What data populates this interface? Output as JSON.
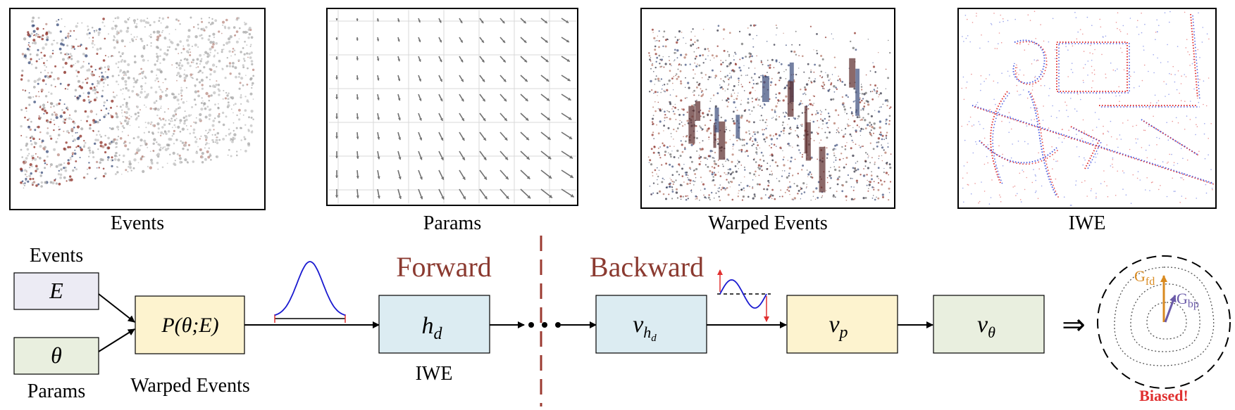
{
  "panels": {
    "events": "Events",
    "params": "Params",
    "warped": "Warped Events",
    "iwe": "IWE"
  },
  "inputs": {
    "events_label": "Events",
    "events_symbol": "E",
    "params_label": "Params",
    "params_symbol": "θ"
  },
  "nodes": {
    "warp_box": "P(θ;E)",
    "warp_caption": "Warped Events",
    "hd_main": "h",
    "hd_sub": "d",
    "hd_caption": "IWE",
    "vhd_main": "v",
    "vhd_sub": "h",
    "vhd_subsub": "d",
    "vp_main": "v",
    "vp_sub": "p",
    "vtheta_main": "v",
    "vtheta_sub": "θ"
  },
  "phases": {
    "forward": "Forward",
    "backward": "Backward"
  },
  "result": {
    "implies": "⇒",
    "gfd_main": "G",
    "gfd_sub": "fd",
    "gbp_main": "G",
    "gbp_sub": "bp",
    "biased": "Biased!"
  },
  "colors": {
    "forward": "#8b3a30",
    "divider": "#9b3a30",
    "events_box": "#ecebf4",
    "params_box": "#e9efdf",
    "warp_box": "#fdf3cf",
    "hd_box": "#dcecf2",
    "vp_box": "#fdf3cf",
    "vtheta_box": "#e9efdf",
    "gaussian": "#1a1ad0",
    "gfd": "#d98a20",
    "gbp": "#6a5aa8",
    "biased": "#e03030"
  }
}
